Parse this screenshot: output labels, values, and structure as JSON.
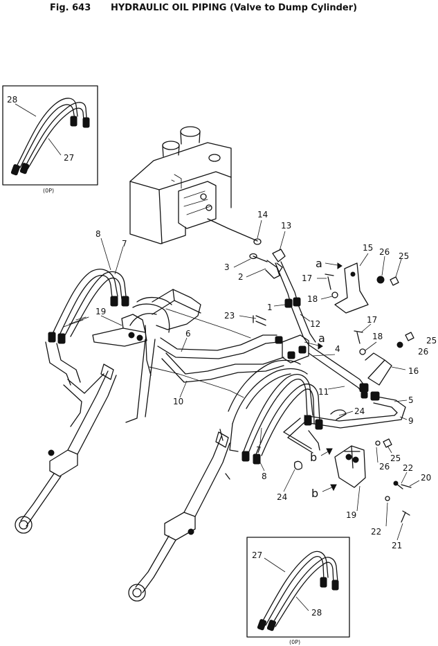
{
  "figure": {
    "fig_label": "Fig. 643",
    "title": "HYDRAULIC OIL PIPING (Valve to Dump Cylinder)"
  },
  "insets": [
    {
      "note": "(0P)"
    },
    {
      "note": "(0P)"
    }
  ],
  "part_callouts": {
    "c1": "1",
    "c2": "2",
    "c3": "3",
    "c4": "4",
    "c5": "5",
    "c6": "6",
    "c7a": "7",
    "c7b": "7",
    "c8a": "8",
    "c8b": "8",
    "c9": "9",
    "c10": "10",
    "c11": "11",
    "c12": "12",
    "c13": "13",
    "c14": "14",
    "c15": "15",
    "c16": "16",
    "c17a": "17",
    "c17b": "17",
    "c18a": "18",
    "c18b": "18",
    "c19a": "19",
    "c19b": "19",
    "c20": "20",
    "c21": "21",
    "c22a": "22",
    "c22b": "22",
    "c23": "23",
    "c24a": "24",
    "c24b": "24",
    "c25a": "25",
    "c25b": "25",
    "c25c": "25",
    "c26a": "26",
    "c26b": "26",
    "c26c": "26",
    "c27a": "27",
    "c27b": "27",
    "c28a": "28",
    "c28b": "28"
  },
  "reference_marks": {
    "a1": "a",
    "a2": "a",
    "b1": "b",
    "b2": "b"
  }
}
